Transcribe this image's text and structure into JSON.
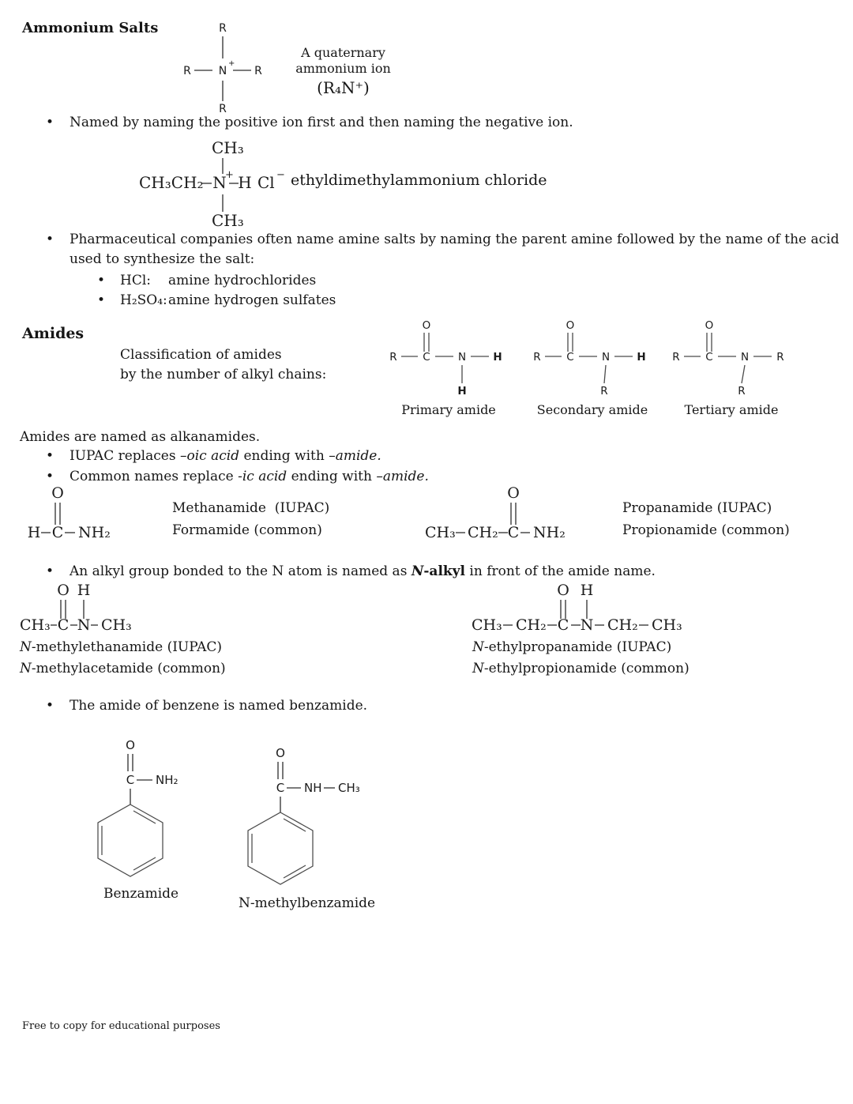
{
  "colors": {
    "plus": "#3f9fd8",
    "minus": "#c4404e"
  },
  "sym": {
    "R": "R",
    "C": "C",
    "N": "N",
    "O": "O",
    "H": "H",
    "Cl": "Cl",
    "plus": "+",
    "minus": "−",
    "bullet": "•",
    "CH3": "CH₃",
    "CH2": "CH₂",
    "NH2": "NH₂",
    "NH": "NH",
    "CH3CH2": "CH₃CH₂"
  },
  "ammonium": {
    "heading": "Ammonium Salts",
    "caption_line1": "A quaternary",
    "caption_line2": "ammonium ion",
    "caption_formula": "(R₄N⁺)",
    "naming_bullet": "Named by naming the positive ion first and then naming the negative ion.",
    "ethyl_name": "ethyldimethylammonium chloride",
    "pharma_line1": "Pharmaceutical companies often name amine salts by naming the parent amine followed by the name of the acid",
    "pharma_line2": "used to synthesize the salt:",
    "hcl_label": "HCl:",
    "hcl_name": "amine hydrochlorides",
    "h2so4_label": "H₂SO₄:",
    "h2so4_name": "amine hydrogen sulfates"
  },
  "amides": {
    "heading": "Amides",
    "classification_line1": "Classification of amides",
    "classification_line2": "by the number of alkyl chains:",
    "primary_label": "Primary amide",
    "secondary_label": "Secondary amide",
    "tertiary_label": "Tertiary amide",
    "alkanamides_line": "Amides are named as alkanamides.",
    "iupac_bullet_parts": [
      {
        "t": "IUPAC replaces "
      },
      {
        "t": "–oic acid",
        "s": "i"
      },
      {
        "t": " ending with "
      },
      {
        "t": "–amide.",
        "s": "i"
      }
    ],
    "common_bullet_parts": [
      {
        "t": "Common names replace "
      },
      {
        "t": "-ic acid",
        "s": "i"
      },
      {
        "t": " ending with "
      },
      {
        "t": "–amide.",
        "s": "i"
      }
    ],
    "methanamide_name_iupac": "Methanamide  (IUPAC)",
    "methanamide_name_common": "Formamide (common)",
    "propanamide_name_iupac": "Propanamide (IUPAC)",
    "propanamide_name_common": "Propionamide (common)",
    "nalkyl_bullet_parts": [
      {
        "t": "An alkyl group bonded to the N atom is named as "
      },
      {
        "t": "N",
        "s": "bi"
      },
      {
        "t": "-alkyl",
        "s": "b"
      },
      {
        "t": " in front of the amide name."
      }
    ],
    "nmethylethanamide_iupac_parts": [
      {
        "t": "N",
        "s": "i"
      },
      {
        "t": "-methylethanamide (IUPAC)"
      }
    ],
    "nmethylethanamide_common_parts": [
      {
        "t": "N",
        "s": "i"
      },
      {
        "t": "-methylacetamide (common)"
      }
    ],
    "nethylpropanamide_iupac_parts": [
      {
        "t": "N",
        "s": "i"
      },
      {
        "t": "-ethylpropanamide (IUPAC)"
      }
    ],
    "nethylpropanamide_common_parts": [
      {
        "t": "N",
        "s": "i"
      },
      {
        "t": "-ethylpropionamide (common)"
      }
    ],
    "benzamide_bullet": "The amide of benzene is named benzamide.",
    "benzamide_label": "Benzamide",
    "nmethylbenzamide_label": "N-methylbenzamide"
  },
  "footer": "Free to copy for educational purposes"
}
